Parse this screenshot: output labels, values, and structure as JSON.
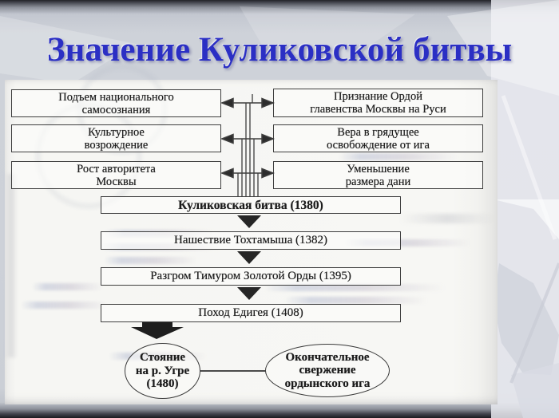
{
  "slide": {
    "title": "Значение Куликовской битвы"
  },
  "colors": {
    "title_blue": "#2b2fc4",
    "diagram_ink": "#3e3e3e",
    "slide_background": "#cdd1d8",
    "scan_paper": "#f6f6f3"
  },
  "diagram": {
    "left_boxes": [
      {
        "lines": [
          "Подъем национального",
          "самосознания"
        ]
      },
      {
        "lines": [
          "Культурное",
          "возрождение"
        ]
      },
      {
        "lines": [
          "Рост авторитета",
          "Москвы"
        ]
      }
    ],
    "right_boxes": [
      {
        "lines": [
          "Признание Ордой",
          "главенства Москвы на Руси"
        ]
      },
      {
        "lines": [
          "Вера в грядущее",
          "освобождение от ига"
        ]
      },
      {
        "lines": [
          "Уменьшение",
          "размера дани"
        ]
      }
    ],
    "timeline": [
      {
        "label": "Куликовская битва (1380)",
        "bold": true
      },
      {
        "label": "Нашествие Тохтамыша (1382)",
        "bold": false
      },
      {
        "label": "Разгром Тимуром Золотой Орды (1395)",
        "bold": false
      },
      {
        "label": "Поход Едигея (1408)",
        "bold": false
      }
    ],
    "ellipses": [
      {
        "lines": [
          "Стояние",
          "на р. Угре",
          "(1480)"
        ]
      },
      {
        "lines": [
          "Окончательное",
          "свержение",
          "ордынского ига"
        ]
      }
    ]
  }
}
